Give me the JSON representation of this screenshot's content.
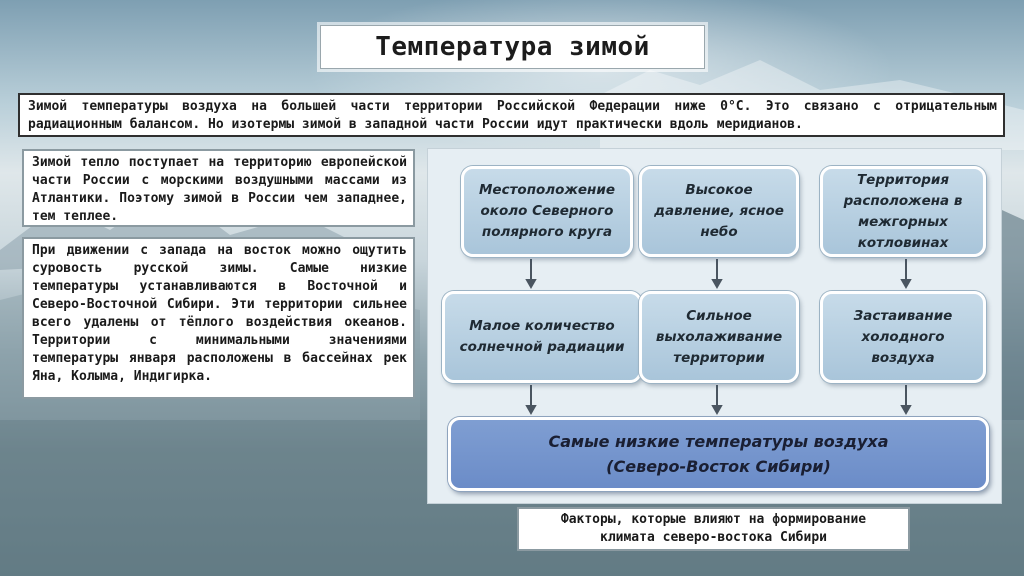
{
  "slide": {
    "title": "Температура зимой",
    "paragraphs": [
      "Зимой температуры воздуха на большей части территории Российской Федерации ниже 0°С. Это связано с отрицательным радиационным балансом. Но изотермы зимой в западной части России идут практически вдоль меридианов.",
      "Зимой тепло поступает на территорию европейской части России с морскими воздушными массами из Атлантики. Поэтому зимой в России чем западнее, тем теплее.",
      "При движении с запада на восток можно ощутить суровость русской зимы. Самые низкие температуры устанавливаются в Восточной и Северо-Восточной Сибири. Эти территории сильнее всего удалены от тёплого воздействия океанов. Территории с минимальными значениями температуры января расположены в бассейнах рек Яна, Колыма, Индигирка."
    ],
    "diagram": {
      "top_row": [
        "Местоположение\nоколо Северного\nполярного круга",
        "Высокое\nдавление, ясное\nнебо",
        "Территория\nрасположена в\nмежгорных\nкотловинах"
      ],
      "middle_row": [
        "Малое количество\nсолнечной радиации",
        "Сильное\nвыхолаживание\nтерритории",
        "Застаивание\nхолодного\nвоздуха"
      ],
      "result": "Самые низкие температуры воздуха\n(Северо-Восток Сибири)",
      "arrow_color": "#4a5560"
    },
    "caption": "Факторы, которые влияют на формирование\nклимата северо-востока Сибири"
  }
}
